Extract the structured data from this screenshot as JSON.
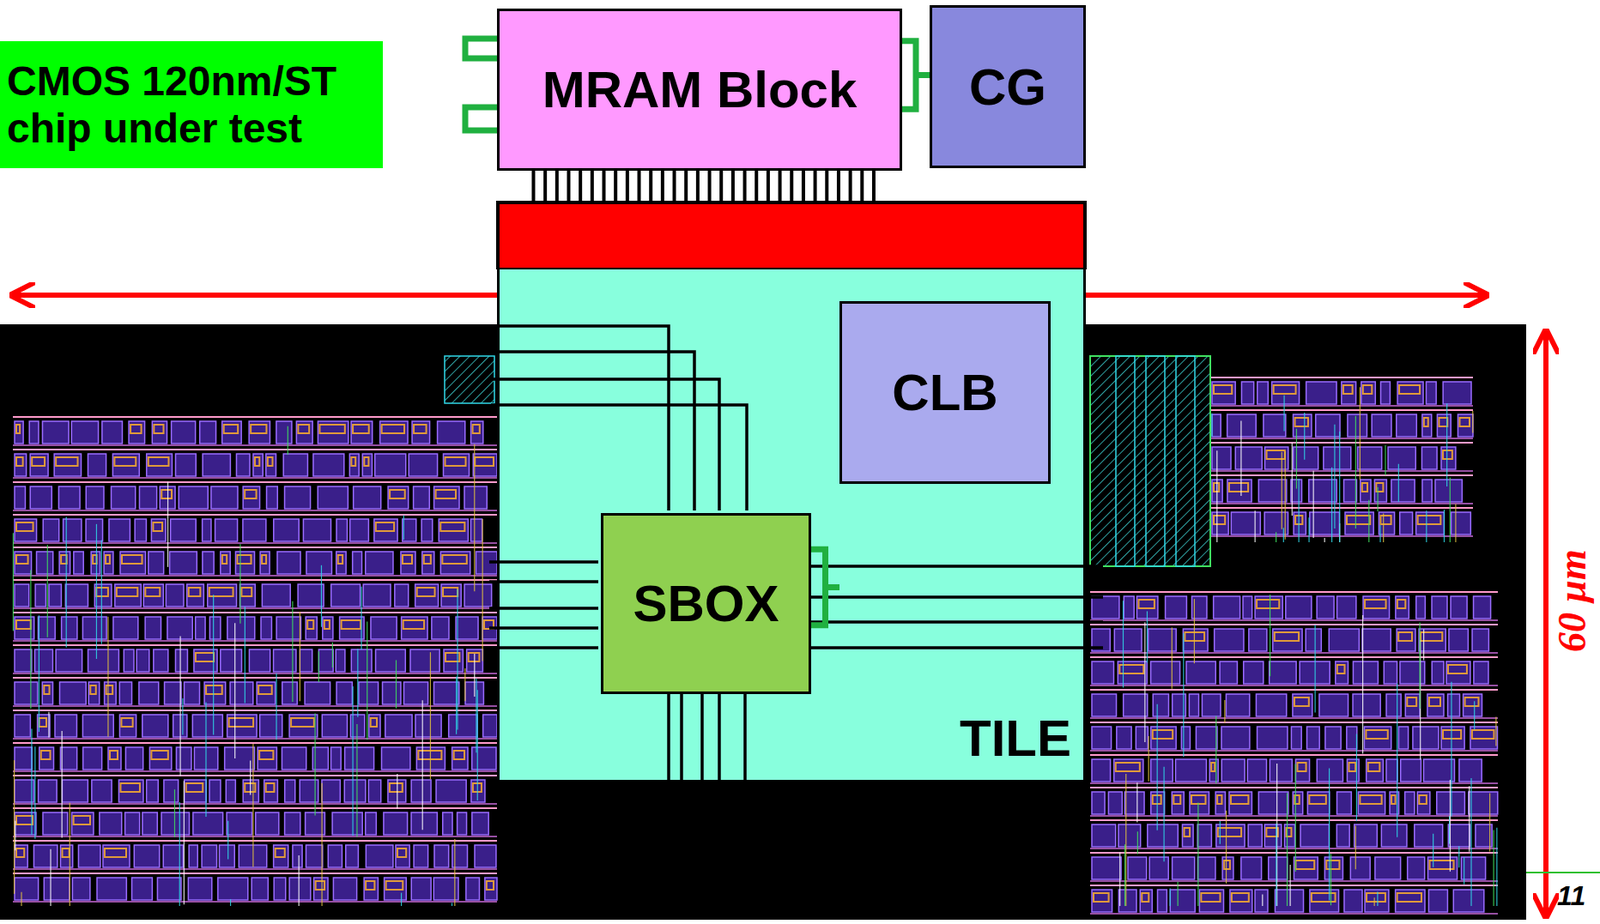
{
  "diagram": {
    "nodes": [
      {
        "text": [
          "CMOS 120nm/ST chip under test"
        ]
      },
      {
        "text": [
          "MRAM Block"
        ]
      },
      {
        "text": [
          "CG"
        ]
      },
      {
        "text": [
          "TILE"
        ]
      },
      {
        "text": [
          "CLB"
        ],
        "in": 3
      },
      {
        "text": [
          "SBOX"
        ],
        "in": 3
      }
    ],
    "edges": [
      {
        "from": 1,
        "to": 2,
        "arrow": "none"
      },
      {
        "from": 1,
        "to": 3,
        "arrow": "none"
      },
      {
        "from": 5,
        "to": 4,
        "arrow": "none"
      }
    ],
    "labels": [
      "60 µm",
      "11"
    ]
  }
}
